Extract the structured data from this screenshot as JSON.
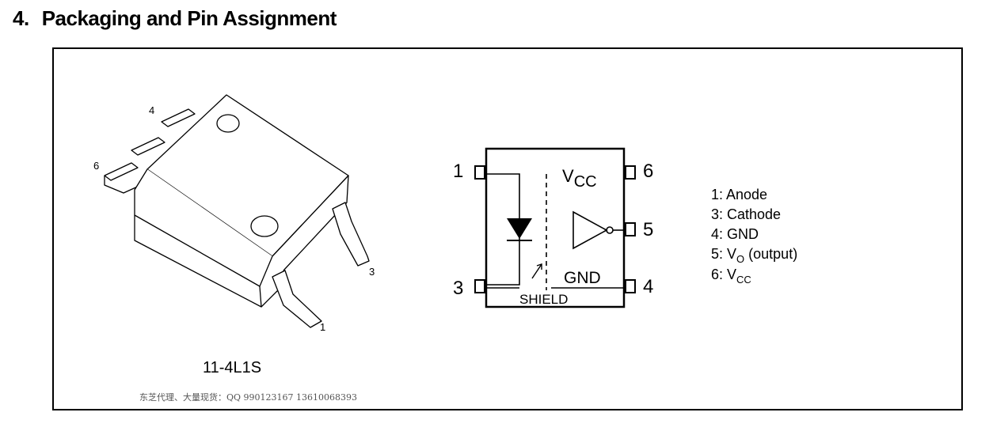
{
  "heading": {
    "number": "4.",
    "title": "Packaging and Pin Assignment"
  },
  "package": {
    "name": "11-4L1S",
    "pin_labels": [
      "4",
      "6",
      "3",
      "1"
    ]
  },
  "schematic": {
    "pins": [
      "1",
      "3",
      "6",
      "5",
      "4"
    ],
    "vcc_main": "V",
    "vcc_sub": "CC",
    "gnd": "GND",
    "shield": "SHIELD"
  },
  "pin_assignment": [
    {
      "text": "1: Anode"
    },
    {
      "text": "3: Cathode"
    },
    {
      "text": "4: GND"
    },
    {
      "text": "5: V",
      "sub": "O",
      "suffix": " (output)"
    },
    {
      "text": "6: V",
      "sub": "CC",
      "suffix": ""
    }
  ],
  "watermark": "东芝代理、大量现货：QQ 990123167 13610068393"
}
